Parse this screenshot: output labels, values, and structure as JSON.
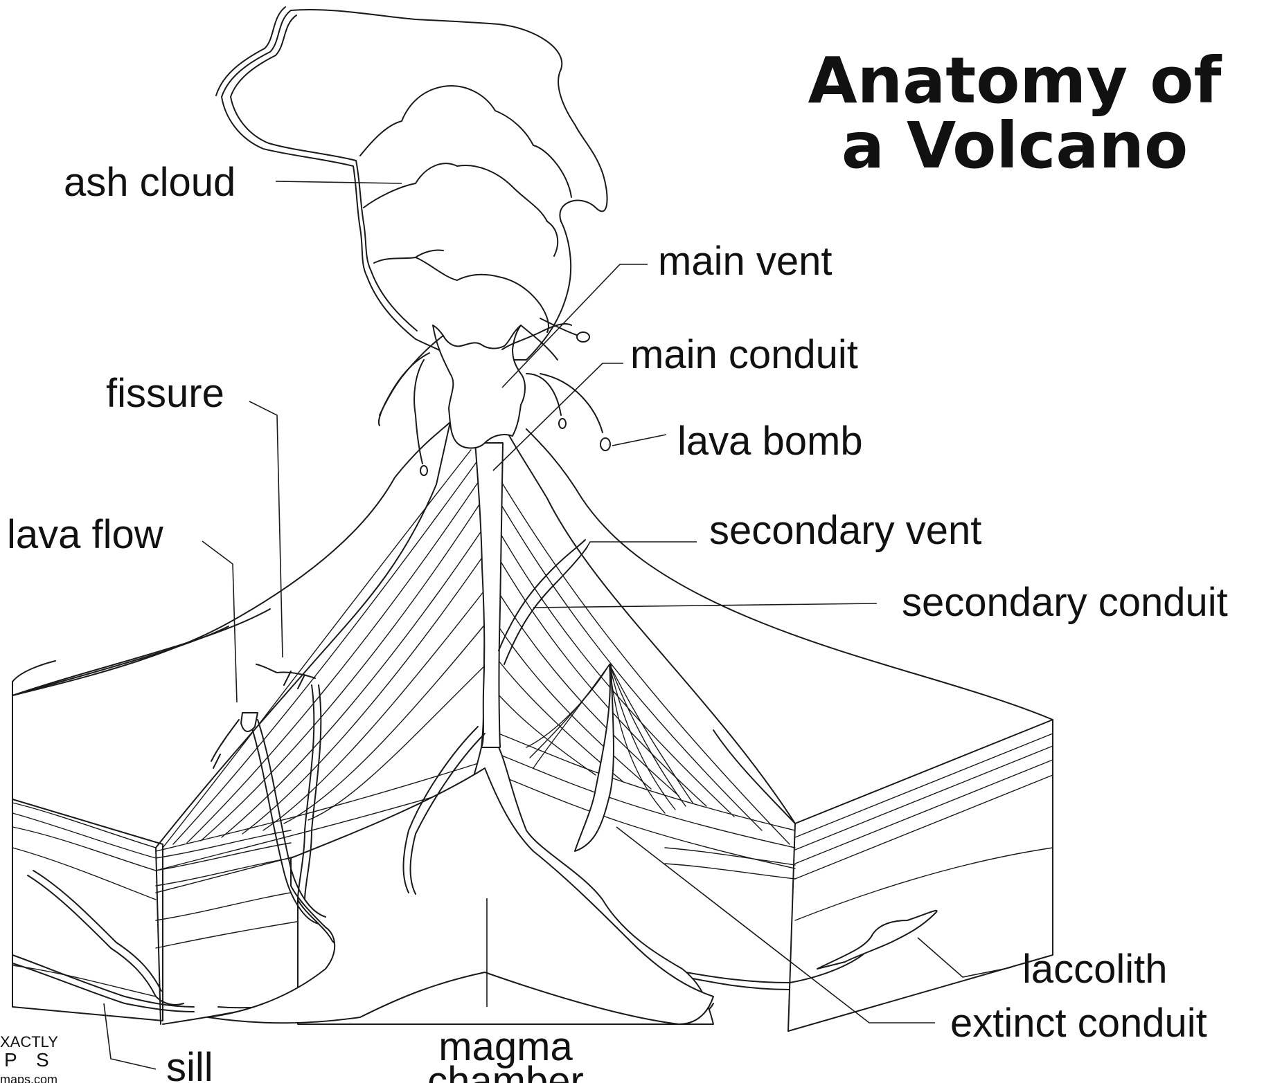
{
  "title": {
    "line1": "Anatomy of",
    "line2": "a Volcano"
  },
  "labels": {
    "ash_cloud": "ash cloud",
    "main_vent": "main vent",
    "main_conduit": "main conduit",
    "fissure": "fissure",
    "lava_bomb": "lava bomb",
    "lava_flow": "lava flow",
    "secondary_vent": "secondary vent",
    "secondary_conduit": "secondary conduit",
    "laccolith": "laccolith",
    "extinct_conduit": "extinct conduit",
    "sill": "sill",
    "magma_chamber_line1": "magma",
    "magma_chamber_line2": "chamber"
  },
  "watermark": {
    "line1": "XACTLY",
    "line2": "P S",
    "line3": "maps.com"
  },
  "colors": {
    "line": "#1a1a1a",
    "background": "#ffffff"
  }
}
